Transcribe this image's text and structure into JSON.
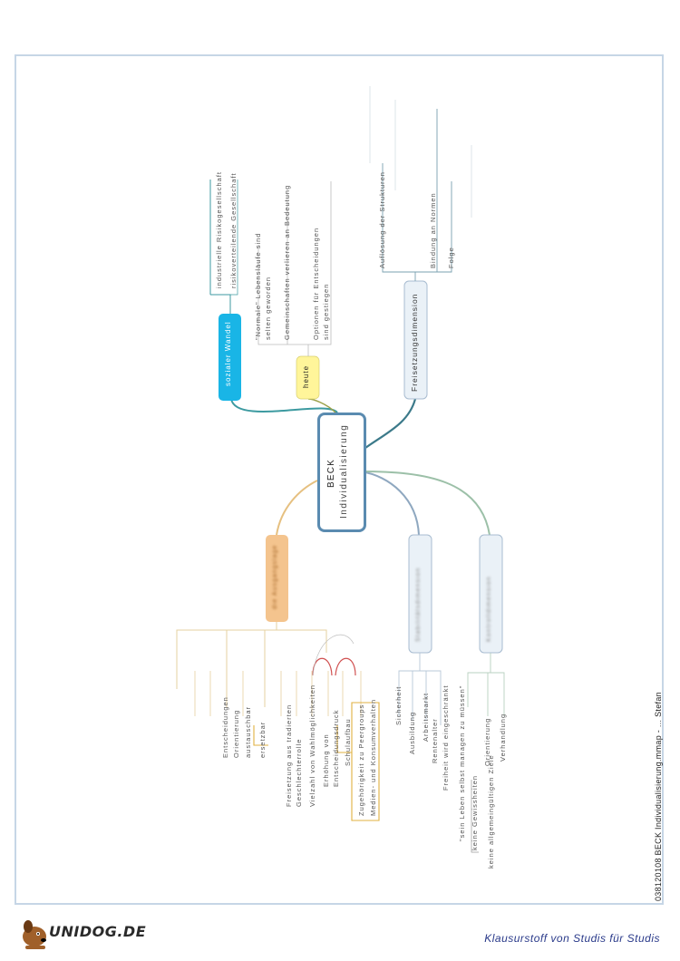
{
  "footer": {
    "tagline": "Klausurstoff von Studis für Studis",
    "logo_text": "UNIDOG.DE",
    "file_label": "038120108 BECK Individualisierung.mmap - ... Stefan"
  },
  "colors": {
    "frame": "#c6d6e6",
    "central_border": "#5a8bb0",
    "branch_teal": "#3c9aa0",
    "branch_olive": "#9aa048",
    "branch_orange": "#e6c080",
    "branch_blue": "#9fb8d0",
    "branch_green": "#9cc0a8",
    "node_cyan": "#19b5e6",
    "node_yellow": "#fff59a",
    "node_orange": "#f4c48e",
    "node_light": "#eaf1f7",
    "connector_red": "#d05050",
    "bracket_gold": "#e0b040"
  },
  "central": {
    "line1": "BECK",
    "line2": "Individualisierung"
  },
  "branches": {
    "sozialer_wandel": {
      "label": "sozialer Wandel",
      "children": [
        "industrielle Risikogesellschaft",
        "risikoverteilende Gesellschaft"
      ]
    },
    "heute": {
      "label": "heute",
      "children": [
        "\"Normale\" Lebensläufe sind",
        "selten geworden",
        "Gemeinschaften verlieren an Bedeutung",
        "Optionen für Entscheidungen",
        "sind gestiegen"
      ]
    },
    "freisetzung": {
      "label": "Freisetzungsdimension",
      "children": [
        "Auflösung der Strukturen",
        "Bindung an Normen",
        "Folge"
      ]
    },
    "ausgangslage": {
      "label": "die Ausgangslage",
      "children": [
        "Entscheidungen",
        "Orientierung",
        "austauschbar",
        "ersetzbar",
        "Freisetzung aus tradierten",
        "Geschlechterrolle",
        "Vielzahl von Wahlmöglichkeiten",
        "Erhöhung von",
        "Entscheidungsdruck",
        "Schulaufbau",
        "Zugehörigkeit zu Peergroups",
        "Medien- und Konsumverhalten"
      ]
    },
    "stabilitaet": {
      "label": "Stabilitätsdimension",
      "children": [
        "Sicherheit",
        "Ausbildung",
        "Arbeitsmarkt",
        "Rentenalter",
        "Freiheit wird eingeschränkt"
      ]
    },
    "kontrolle": {
      "label": "Kontrolldimension",
      "children": [
        "\"sein Leben selbst managen zu müssen\"",
        "keine Gewissheiten",
        "keine allgemeingültigen Ziele",
        "Orientierung",
        "Verhandlung"
      ]
    }
  }
}
